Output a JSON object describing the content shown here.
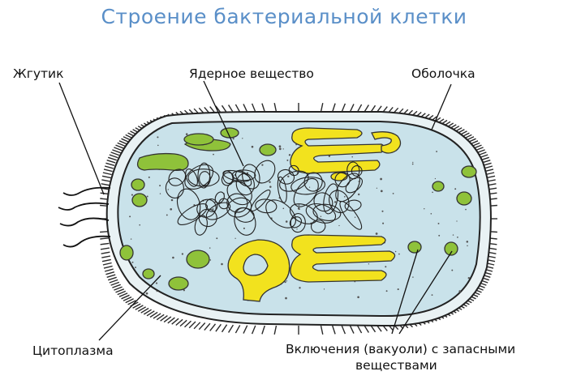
{
  "title": "Строение бактериальной клетки",
  "labels": {
    "flagellum": "Жгутик",
    "nucleoid": "Ядерное вещество",
    "envelope": "Оболочка",
    "cytoplasm": "Цитоплазма",
    "inclusions_line1": "Включения (вакуоли) с запасными",
    "inclusions_line2": "веществами"
  },
  "colors": {
    "title": "#5a8fc8",
    "cytoplasm": "#c9e2ea",
    "membrane": "#2a2a2a",
    "green_inclusions": "#8fc23a",
    "yellow_inclusions": "#f2e21e",
    "outline": "#222222"
  }
}
